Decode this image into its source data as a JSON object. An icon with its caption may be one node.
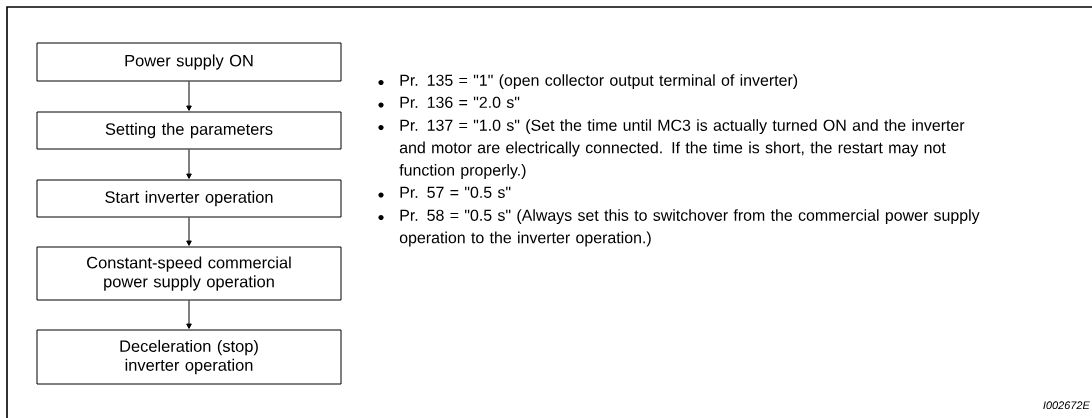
{
  "diagram": {
    "nodes": [
      {
        "text": [
          "Power supply ON"
        ]
      },
      {
        "text": [
          "Setting the parameters"
        ]
      },
      {
        "text": [
          "Start inverter operation"
        ]
      },
      {
        "text": [
          "Constant-speed commercial power supply operation"
        ]
      },
      {
        "text": [
          "Deceleration (stop) inverter operation"
        ]
      }
    ],
    "edges": [
      {
        "from": 0,
        "to": 1,
        "arrow": "to"
      },
      {
        "from": 1,
        "to": 2,
        "arrow": "to"
      },
      {
        "from": 2,
        "to": 3,
        "arrow": "to"
      },
      {
        "from": 3,
        "to": 4,
        "arrow": "to"
      }
    ],
    "labels": [
      "Pr. 135 = \"1\" (open collector output terminal of inverter)",
      "Pr. 136 = \"2.0 s\"",
      "Pr. 137 = \"1.0 s\" (Set the time until MC3 is actually turned ON and the inverter and motor are electrically connected. If the time is short, the restart may not function properly.)",
      "Pr. 57 = \"0.5 s\"",
      "Pr. 58 = \"0.5 s\" (Always set this to switchover from the commercial power supply operation to the inverter operation.)",
      "I002672E"
    ]
  }
}
